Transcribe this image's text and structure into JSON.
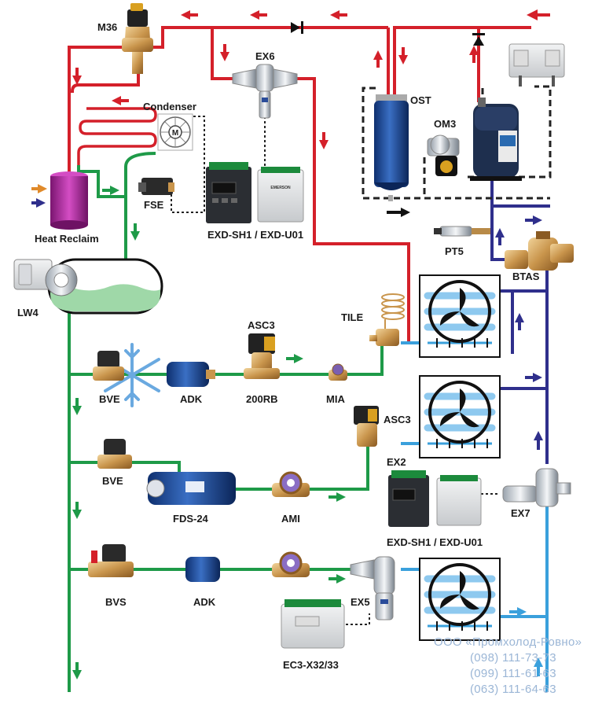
{
  "colors": {
    "hot_gas": "#d4202a",
    "liquid": "#1e9a48",
    "suction": "#2f2f8c",
    "cold_return": "#3aa0dc",
    "oil": "#222222",
    "receiver_liquid": "#9fd8a8",
    "heat_reclaim": "#b0249a",
    "watermark": "#9bb6d6"
  },
  "labels": {
    "m36": "M36",
    "ex6": "EX6",
    "ost": "OST",
    "om3": "OM3",
    "condenser": "Condenser",
    "fse": "FSE",
    "heat_reclaim": "Heat Reclaim",
    "exd_top": "EXD-SH1 / EXD-U01",
    "pt5": "PT5",
    "btas": "BTAS",
    "lw4": "LW4",
    "tile": "TILE",
    "asc3_1": "ASC3",
    "bve_1": "BVE",
    "adk_1": "ADK",
    "valve_200rb": "200RB",
    "mia": "MIA",
    "asc3_2": "ASC3",
    "ex2": "EX2",
    "bve_2": "BVE",
    "fds24": "FDS-24",
    "ami": "AMI",
    "exd_bottom": "EXD-SH1 / EXD-U01",
    "ex7": "EX7",
    "bvs": "BVS",
    "adk_2": "ADK",
    "ex5": "EX5",
    "ec3": "EC3-X32/33"
  },
  "watermark": {
    "company": "ООО «Промхолод-Ровно»",
    "phone1": "(098) 111-73-73",
    "phone2": "(099) 111-61-63",
    "phone3": "(063) 111-64-63"
  },
  "icons": {
    "motor_letter": "M",
    "device_brand": "EMERSON"
  }
}
